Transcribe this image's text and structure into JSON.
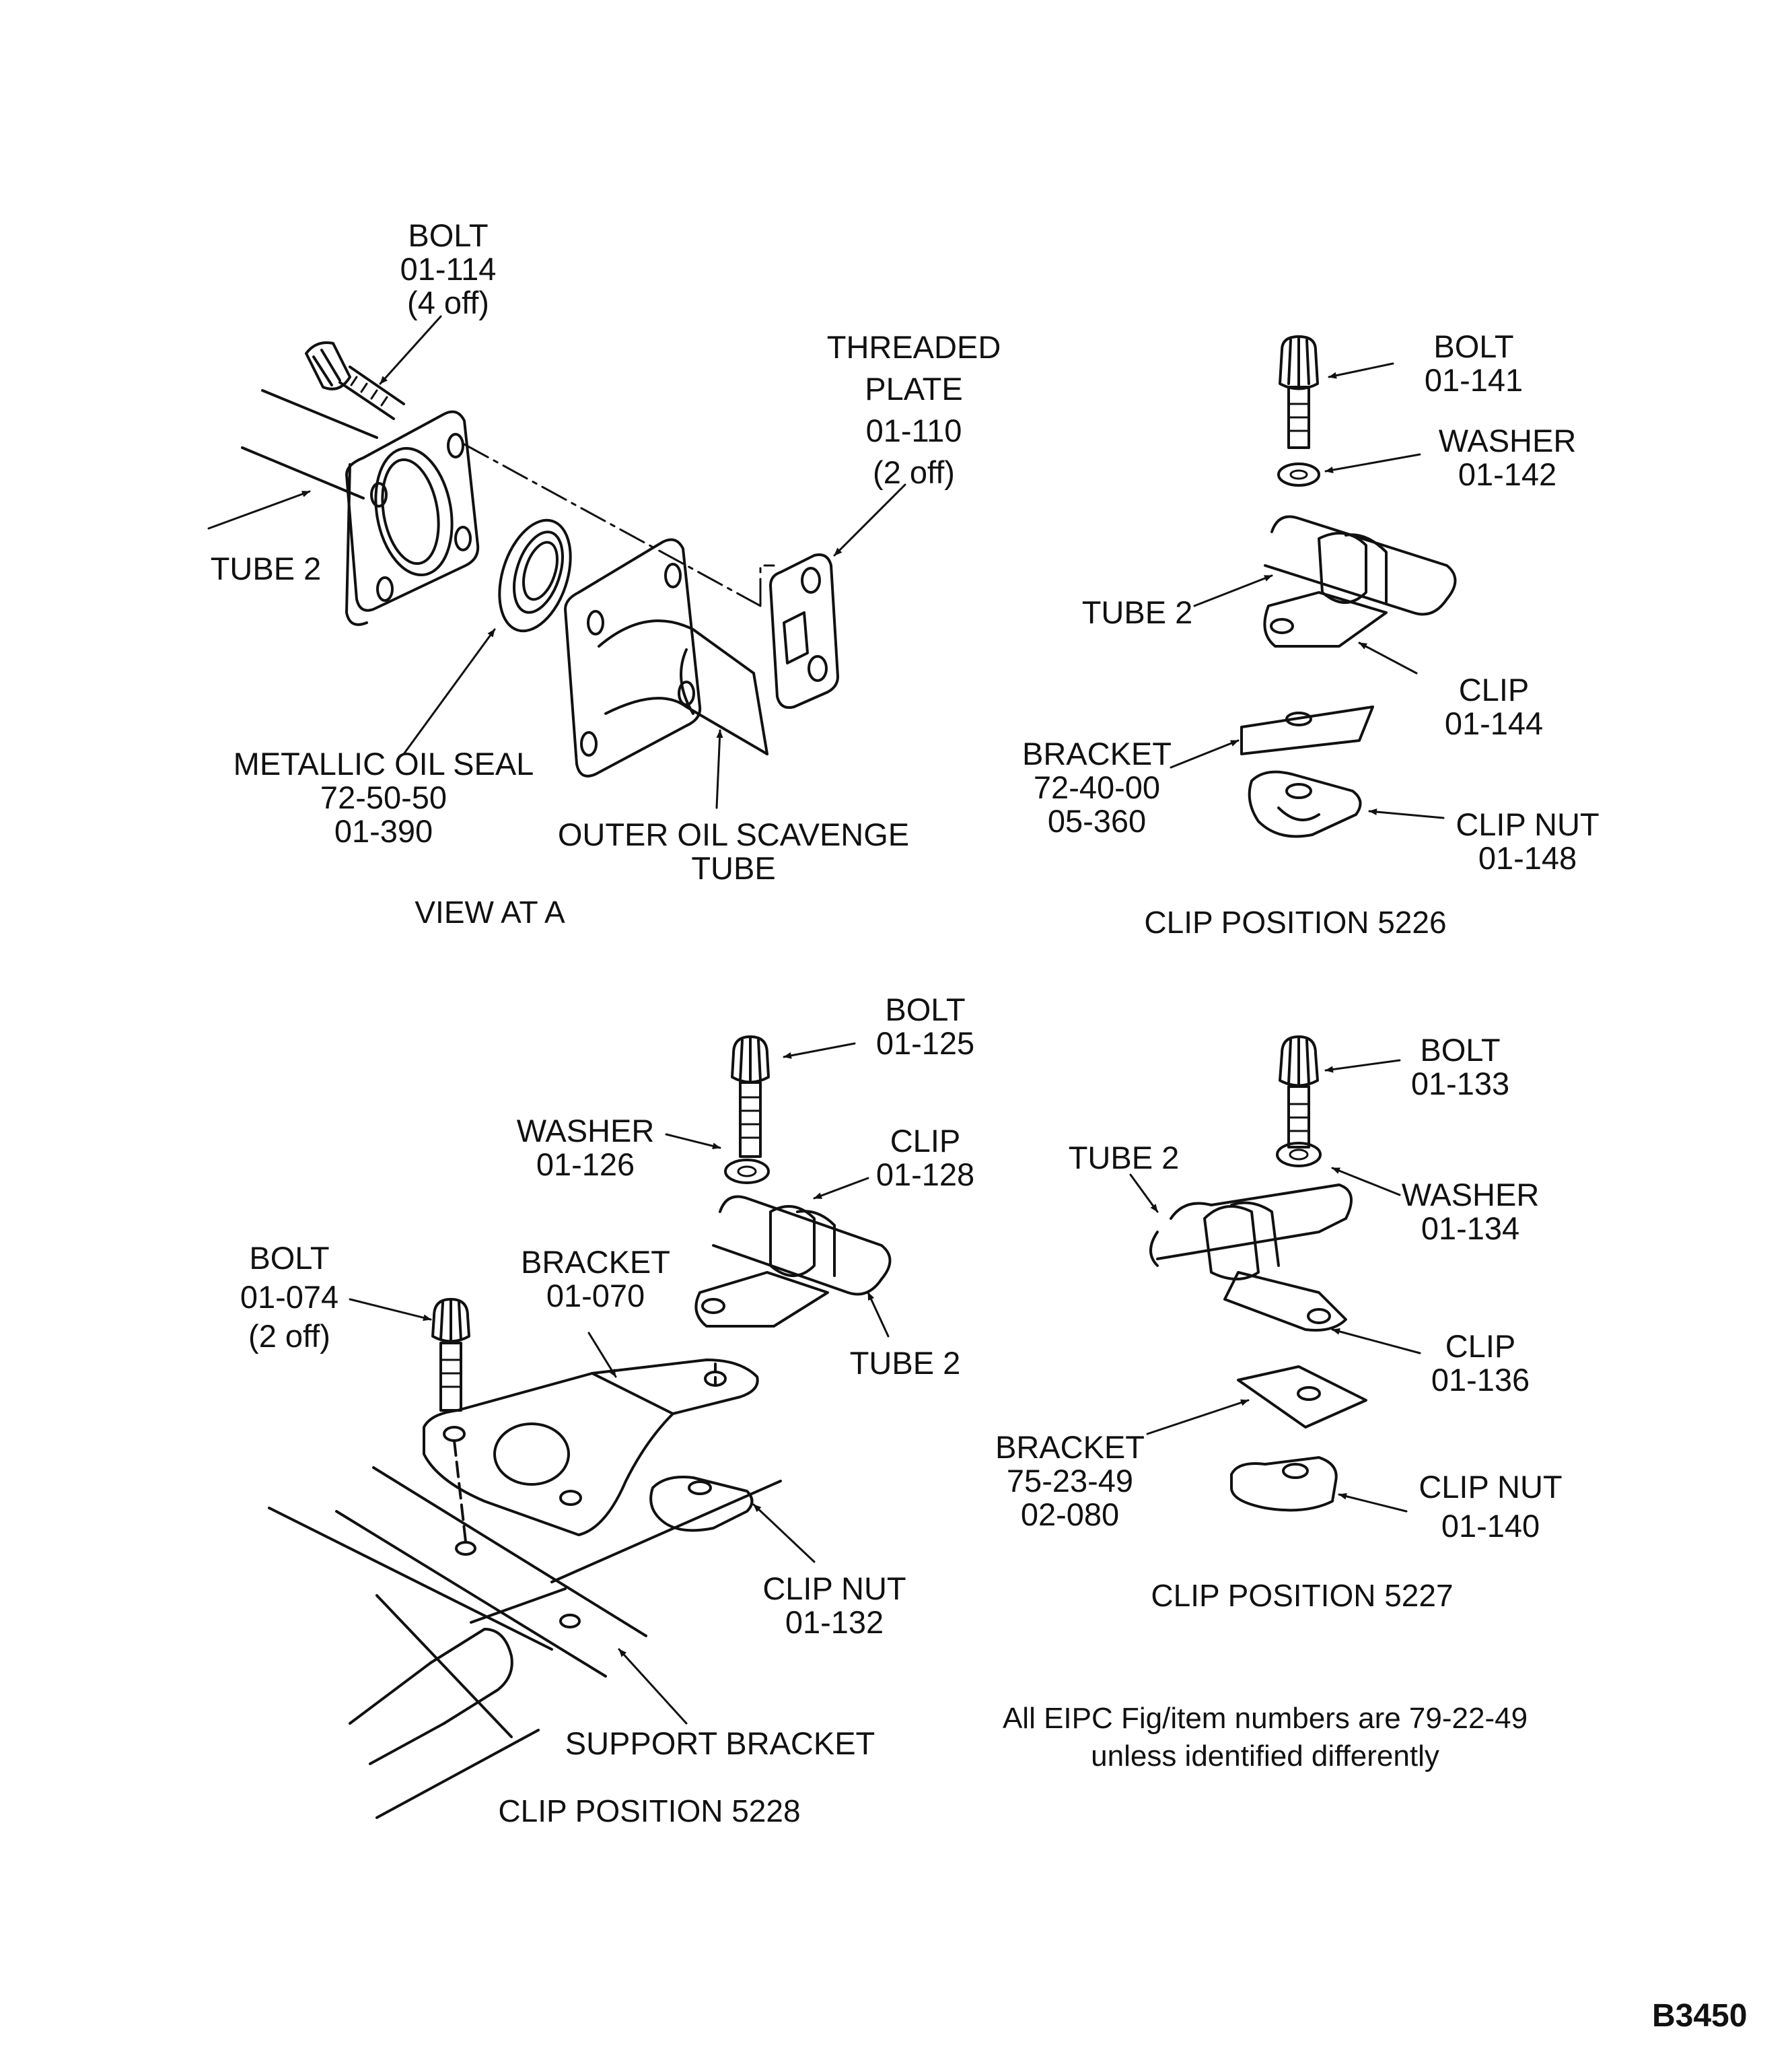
{
  "view_a": {
    "bolt": {
      "name": "BOLT",
      "number": "01-114",
      "qty": "(4 off)"
    },
    "threaded_plate": {
      "name1": "THREADED",
      "name2": "PLATE",
      "number": "01-110",
      "qty": "(2 off)"
    },
    "tube": {
      "name": "TUBE 2"
    },
    "seal": {
      "name": "METALLIC OIL SEAL",
      "ref": "72-50-50",
      "number": "01-390"
    },
    "scavenge": {
      "name1": "OUTER OIL SCAVENGE",
      "name2": "TUBE"
    },
    "caption": "VIEW AT A"
  },
  "clip_5226": {
    "bolt": {
      "name": "BOLT",
      "number": "01-141"
    },
    "washer": {
      "name": "WASHER",
      "number": "01-142"
    },
    "tube": {
      "name": "TUBE 2"
    },
    "clip": {
      "name": "CLIP",
      "number": "01-144"
    },
    "bracket": {
      "name": "BRACKET",
      "ref": "72-40-00",
      "number": "05-360"
    },
    "clip_nut": {
      "name": "CLIP NUT",
      "number": "01-148"
    },
    "caption": "CLIP POSITION 5226"
  },
  "clip_5228": {
    "bolt_top": {
      "name": "BOLT",
      "number": "01-125"
    },
    "washer": {
      "name": "WASHER",
      "number": "01-126"
    },
    "clip": {
      "name": "CLIP",
      "number": "01-128"
    },
    "bolt_left": {
      "name": "BOLT",
      "number": "01-074",
      "qty": "(2 off)"
    },
    "bracket": {
      "name": "BRACKET",
      "number": "01-070"
    },
    "tube": {
      "name": "TUBE 2"
    },
    "clip_nut": {
      "name": "CLIP NUT",
      "number": "01-132"
    },
    "support": {
      "name": "SUPPORT BRACKET"
    },
    "caption": "CLIP POSITION  5228"
  },
  "clip_5227": {
    "bolt": {
      "name": "BOLT",
      "number": "01-133"
    },
    "tube": {
      "name": "TUBE 2"
    },
    "washer": {
      "name": "WASHER",
      "number": "01-134"
    },
    "clip": {
      "name": "CLIP",
      "number": "01-136"
    },
    "bracket": {
      "name": "BRACKET",
      "ref": "75-23-49",
      "number": "02-080"
    },
    "clip_nut": {
      "name": "CLIP  NUT",
      "number": "01-140"
    },
    "caption": "CLIP POSITION  5227"
  },
  "note": {
    "line1": "All EIPC Fig/item numbers are  79-22-49",
    "line2": "unless identified differently"
  },
  "figure_id": "B3450"
}
